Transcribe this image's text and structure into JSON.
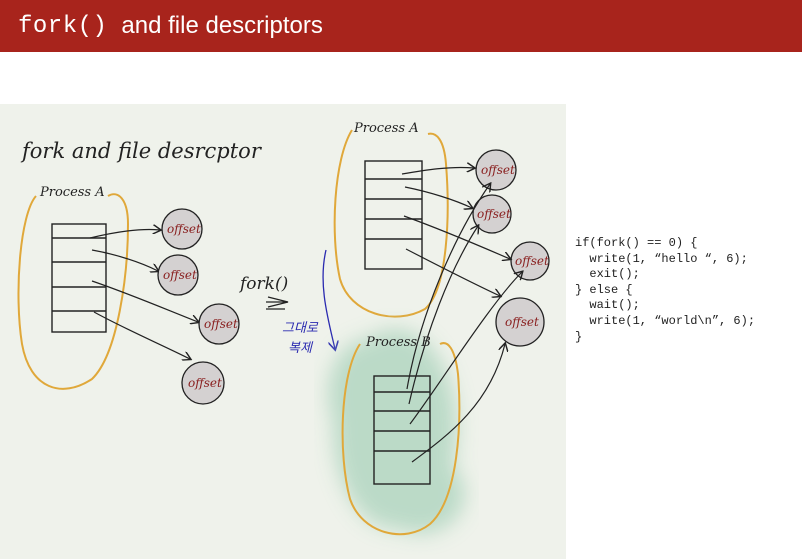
{
  "slide": {
    "title_code": "fork()",
    "title_text": "and file descriptors"
  },
  "sketch": {
    "heading": "fork and file desrcptor",
    "process_a_left": "Process A",
    "process_a_right": "Process A",
    "process_b": "Process B",
    "fork_label": "fork()",
    "korean_note": "그대로\n복제",
    "offset_label": "offset"
  },
  "code": {
    "lines": [
      "if(fork() == 0) {",
      "  write(1, “hello “, 6);",
      "  exit();",
      "} else {",
      "  wait();",
      "  write(1, “world\\n”, 6);",
      "}"
    ]
  }
}
